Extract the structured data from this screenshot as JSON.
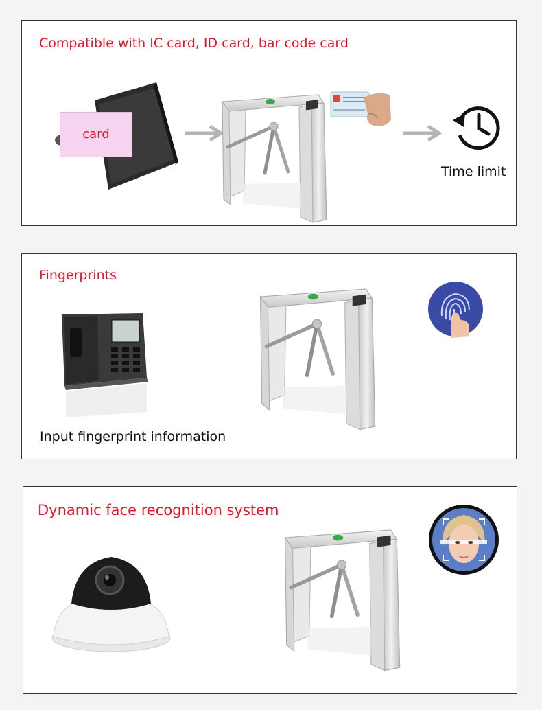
{
  "colors": {
    "title_red": "#e0182d",
    "arrow_grey": "#b5b5b5",
    "card_pink": "#f6d3ef",
    "fingerprint_blue": "#3a4ba6"
  },
  "panel_card": {
    "title": "Compatible with IC card, ID card, bar code card",
    "card_label": "card",
    "time_caption": "Time limit",
    "icons": [
      "card-reader-icon",
      "turnstile-icon",
      "id-card-hand-icon",
      "clock-history-icon"
    ]
  },
  "panel_fingerprint": {
    "title": "Fingerprints",
    "caption": "Input fingerprint information",
    "icons": [
      "fingerprint-terminal-icon",
      "turnstile-icon",
      "fingerprint-touch-icon"
    ]
  },
  "panel_face": {
    "title": "Dynamic face recognition system",
    "icons": [
      "dome-camera-icon",
      "turnstile-icon",
      "face-scan-icon"
    ]
  }
}
